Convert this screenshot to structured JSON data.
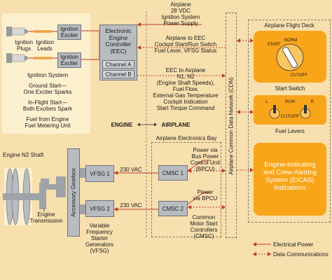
{
  "ignition": {
    "plugs_label": "Ignition\nPlugs",
    "leads_label": "Ignition\nLeads",
    "exciter_top": "Ignition\nExciter",
    "exciter_bottom": "Ignition\nExciter",
    "system_title": "Ignition System",
    "ground_start": "Ground Start—\nOne Exciter Sparks",
    "inflight_start": "In-Flight Start—\nBoth Exciters Spark",
    "fuel_note": "Fuel from Engine\nFuel Metering Unit"
  },
  "eec": {
    "title": "Electronic\nEngine\nController\n(EEC)",
    "channel_a": "Channel A",
    "channel_b": "Channel B"
  },
  "signals": {
    "airplane_28vdc": "Airplane\n28 VDC\nIgnition System\nPower Supply",
    "airplane_to_eec": "Airplane to EEC\nCockpit Start/Run Switch\nFuel Lever, VFSG Status",
    "eec_to_airplane": "EEC to Airplane\nN1, N2\n(Engine Shaft Speeds),\nFuel Flow,\nExternal Gas Temperature\nCockpit Indication\nStart Torque Command"
  },
  "boundary": {
    "engine": "ENGINE",
    "airplane": "AIRPLANE"
  },
  "cdn_label": "Airplane Common Data Network (CDN)",
  "flight_deck": {
    "title": "Airplane Flight Deck",
    "start_switch_caption": "Start Switch",
    "knob_norm": "NORM",
    "knob_start": "START",
    "knob_cutoff": "CUTOFF",
    "fuel_levers_caption": "Fuel Levers",
    "lever_l": "L",
    "lever_run": "RUN",
    "lever_r": "R",
    "lever_cutoff": "CUTOFF",
    "eicas": "Engine-Indicating\nand Crew-Alerting\nSystem (EICAS)\nIndications"
  },
  "electronics_bay": {
    "title": "Airplane Electronics Bay",
    "cmsc1": "CMSC 1",
    "cmsc2": "CMSC 2",
    "bpcu_note": "Power via\nBus Power\nControl Unit\n(BPCU)",
    "bpcu2_note": "Power\nvia BPCU",
    "cmsc_note": "Common\nMotor Start\nControllers\n(CMSC)"
  },
  "drive": {
    "shaft_label": "Engine N2 Shaft",
    "gearbox_label": "Accessory Gearbox",
    "transmission_label": "Engine\nTransmission",
    "vfsg1": "VFSG 1",
    "vfsg2": "VFSG 2",
    "vac_top": "230 VAC",
    "vac_bottom": "230 VAC",
    "vfsg_caption": "Variable\nFrequency\nStarter\nGenerators\n(VFSG)"
  },
  "legend": {
    "electrical_power": "Electrical Power",
    "data_communications": "Data Communications"
  },
  "colors": {
    "background": "#f7dfae",
    "panel": "#fdf0cf",
    "orange": "#f9a51a",
    "box_gray": "#b8bcc1",
    "power_line": "#c0392b",
    "data_line": "#c0392b"
  }
}
